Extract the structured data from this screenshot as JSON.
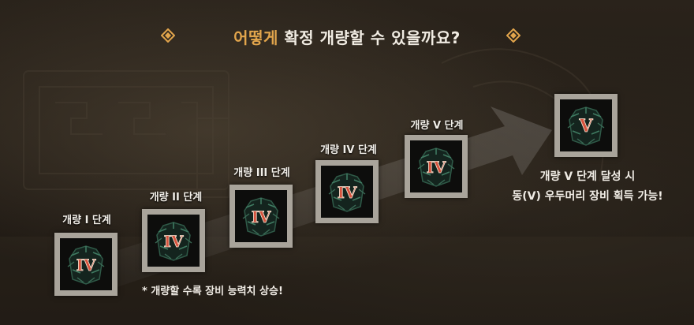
{
  "title": {
    "accent": "어떻게",
    "rest": " 확정 개량할 수 있을까요?"
  },
  "stages": [
    {
      "label": "개량 I 단계",
      "numeral": "IV"
    },
    {
      "label": "개량 II 단계",
      "numeral": "IV"
    },
    {
      "label": "개량 III 단계",
      "numeral": "IV"
    },
    {
      "label": "개량 IV 단계",
      "numeral": "IV"
    },
    {
      "label": "개량 V 단계",
      "numeral": "IV"
    }
  ],
  "result": {
    "numeral": "V",
    "line1": "개량 V 단계 달성 시",
    "line2": "동(V) 우두머리 장비 획득 가능!"
  },
  "note": "* 개량할 수록 장비 능력치 상승!",
  "colors": {
    "accent": "#e2a54c",
    "frame": "#a9a49b",
    "numeral": "#d6533e",
    "text": "#f0ece5"
  },
  "icons": {
    "header_left": "diamond-icon",
    "header_right": "diamond-icon",
    "item": "armor-emblem-icon"
  }
}
